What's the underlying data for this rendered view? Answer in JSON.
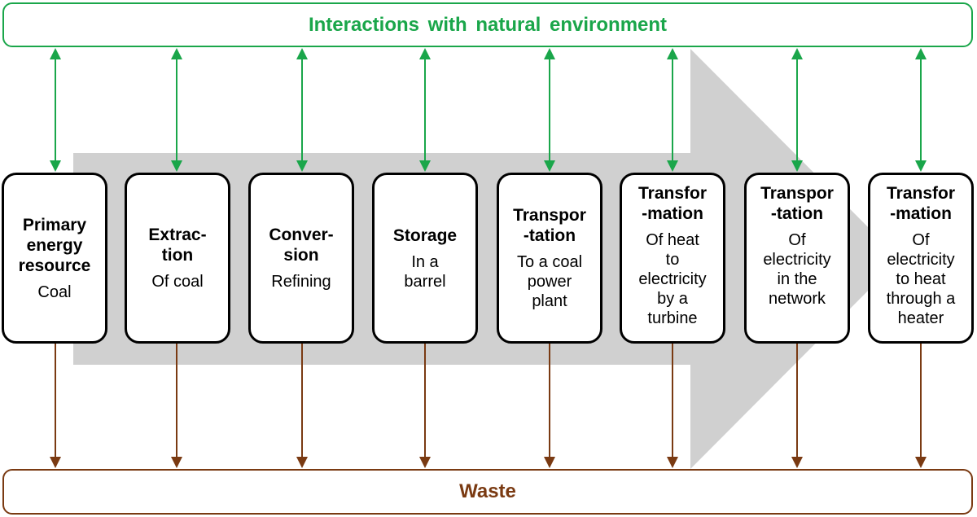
{
  "colors": {
    "environment": "#1aa64a",
    "waste": "#7a3a12",
    "flow_arrow": "#d0d0d0",
    "stage_border": "#000000"
  },
  "environment_label": "Interactions  with natural  environment",
  "waste_label": "Waste",
  "stages": [
    {
      "title": "Primary\nenergy\nresource",
      "desc": "Coal"
    },
    {
      "title": "Extrac-\ntion",
      "desc": "Of coal"
    },
    {
      "title": "Conver-\nsion",
      "desc": "Refining"
    },
    {
      "title": "Storage",
      "desc": "In a\nbarrel"
    },
    {
      "title": "Transpor\n-tation",
      "desc": "To a coal\npower\nplant"
    },
    {
      "title": "Transfor\n-mation",
      "desc": "Of heat\nto\nelectricity\nby a\nturbine"
    },
    {
      "title": "Transpor\n-tation",
      "desc": "Of\nelectricity\nin the\nnetwork"
    },
    {
      "title": "Transfor\n-mation",
      "desc": "Of\nelectricity\nto heat\nthrough a\nheater"
    }
  ]
}
